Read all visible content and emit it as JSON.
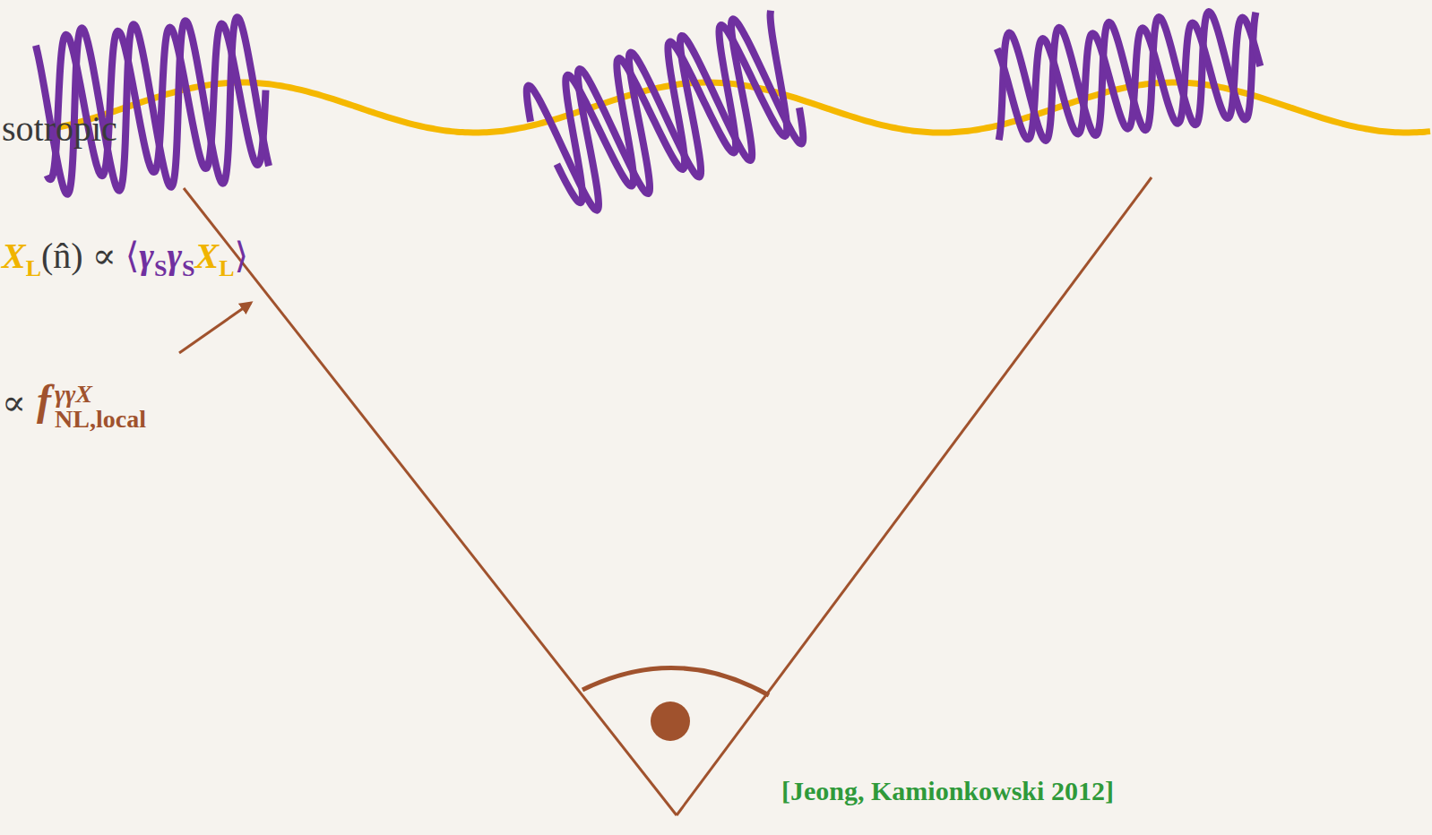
{
  "diagram": {
    "labels": [
      "sotropic",
      "X",
      "L",
      "(n̂) ∝ ",
      "⟨",
      "γ",
      "S",
      "γ",
      "S",
      "X",
      "L",
      "⟩",
      "∝",
      "f",
      "γγX",
      "NL,local",
      "[Jeong, Kamionkowski 2012]"
    ]
  }
}
